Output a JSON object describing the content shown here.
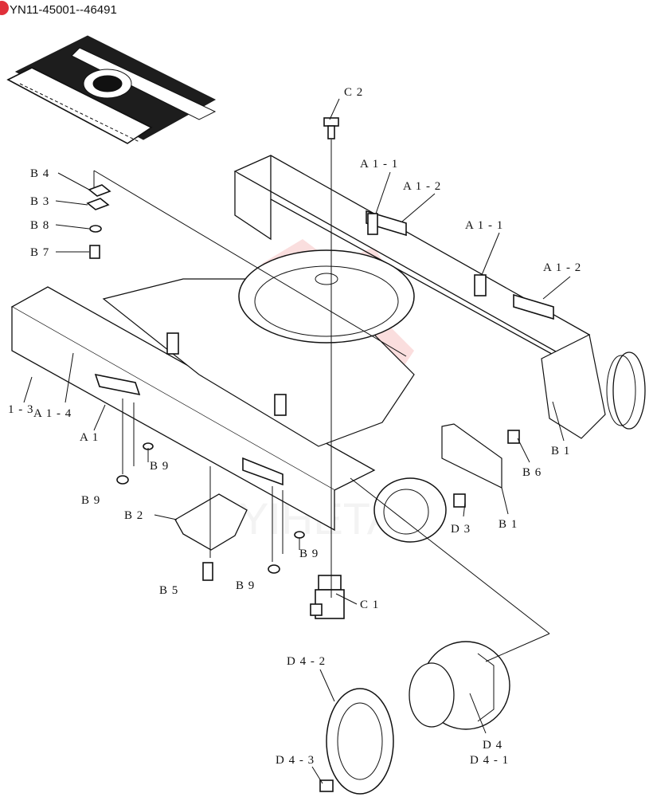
{
  "header": {
    "serial_range": "YN11-45001--46491",
    "badge_color": "#e0303a"
  },
  "watermark": {
    "text": "YIHETAI",
    "color": "#f08a8a"
  },
  "labels": {
    "c2": "C 2",
    "a1_1_top": "A 1 - 1",
    "a1_2_top": "A 1 - 2",
    "a1_1_right": "A 1 - 1",
    "a1_2_right": "A 1 - 2",
    "b4": "B 4",
    "b3": "B 3",
    "b8": "B 8",
    "b7": "B 7",
    "a1_3": "1 - 3",
    "a1_4": "A 1 - 4",
    "a1": "A 1",
    "b9_a": "B 9",
    "b9_b": "B 9",
    "b9_c": "B 9",
    "b9_d": "B 9",
    "b2": "B 2",
    "b5": "B 5",
    "c1": "C 1",
    "b1_right": "B 1",
    "b6": "B 6",
    "b1_cover": "B 1",
    "d3": "D 3",
    "d4_2": "D 4 - 2",
    "d4": "D 4",
    "d4_1": "D 4 - 1",
    "d4_3": "D 4 - 3"
  }
}
